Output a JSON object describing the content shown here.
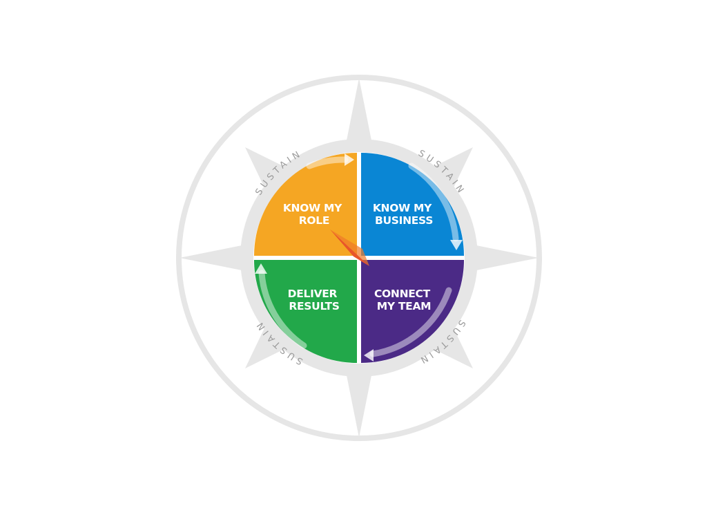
{
  "colors": {
    "background": "#ffffff",
    "compass_gray": "#e6e6e6",
    "know_my_role": "#f5a623",
    "know_my_business": "#0a86d4",
    "connect_my_team": "#4b2a86",
    "deliver_results": "#22a84a",
    "needle": "#e8552a"
  },
  "quadrants": {
    "top_left": {
      "line1": "KNOW MY",
      "line2": "ROLE"
    },
    "top_right": {
      "line1": "KNOW MY",
      "line2": "BUSINESS"
    },
    "bottom_right": {
      "line1": "CONNECT",
      "line2": "MY TEAM"
    },
    "bottom_left": {
      "line1": "DELIVER",
      "line2": "RESULTS"
    }
  },
  "sustain": {
    "top_left": "SUSTAIN",
    "top_right": "SUSTAIN",
    "bottom_right": "SUSTAIN",
    "bottom_left": "SUSTAIN"
  },
  "icons": {
    "compass_rose": "compass-rose-icon",
    "needle": "compass-needle-icon",
    "arrows": "curved-arrow-icon"
  }
}
